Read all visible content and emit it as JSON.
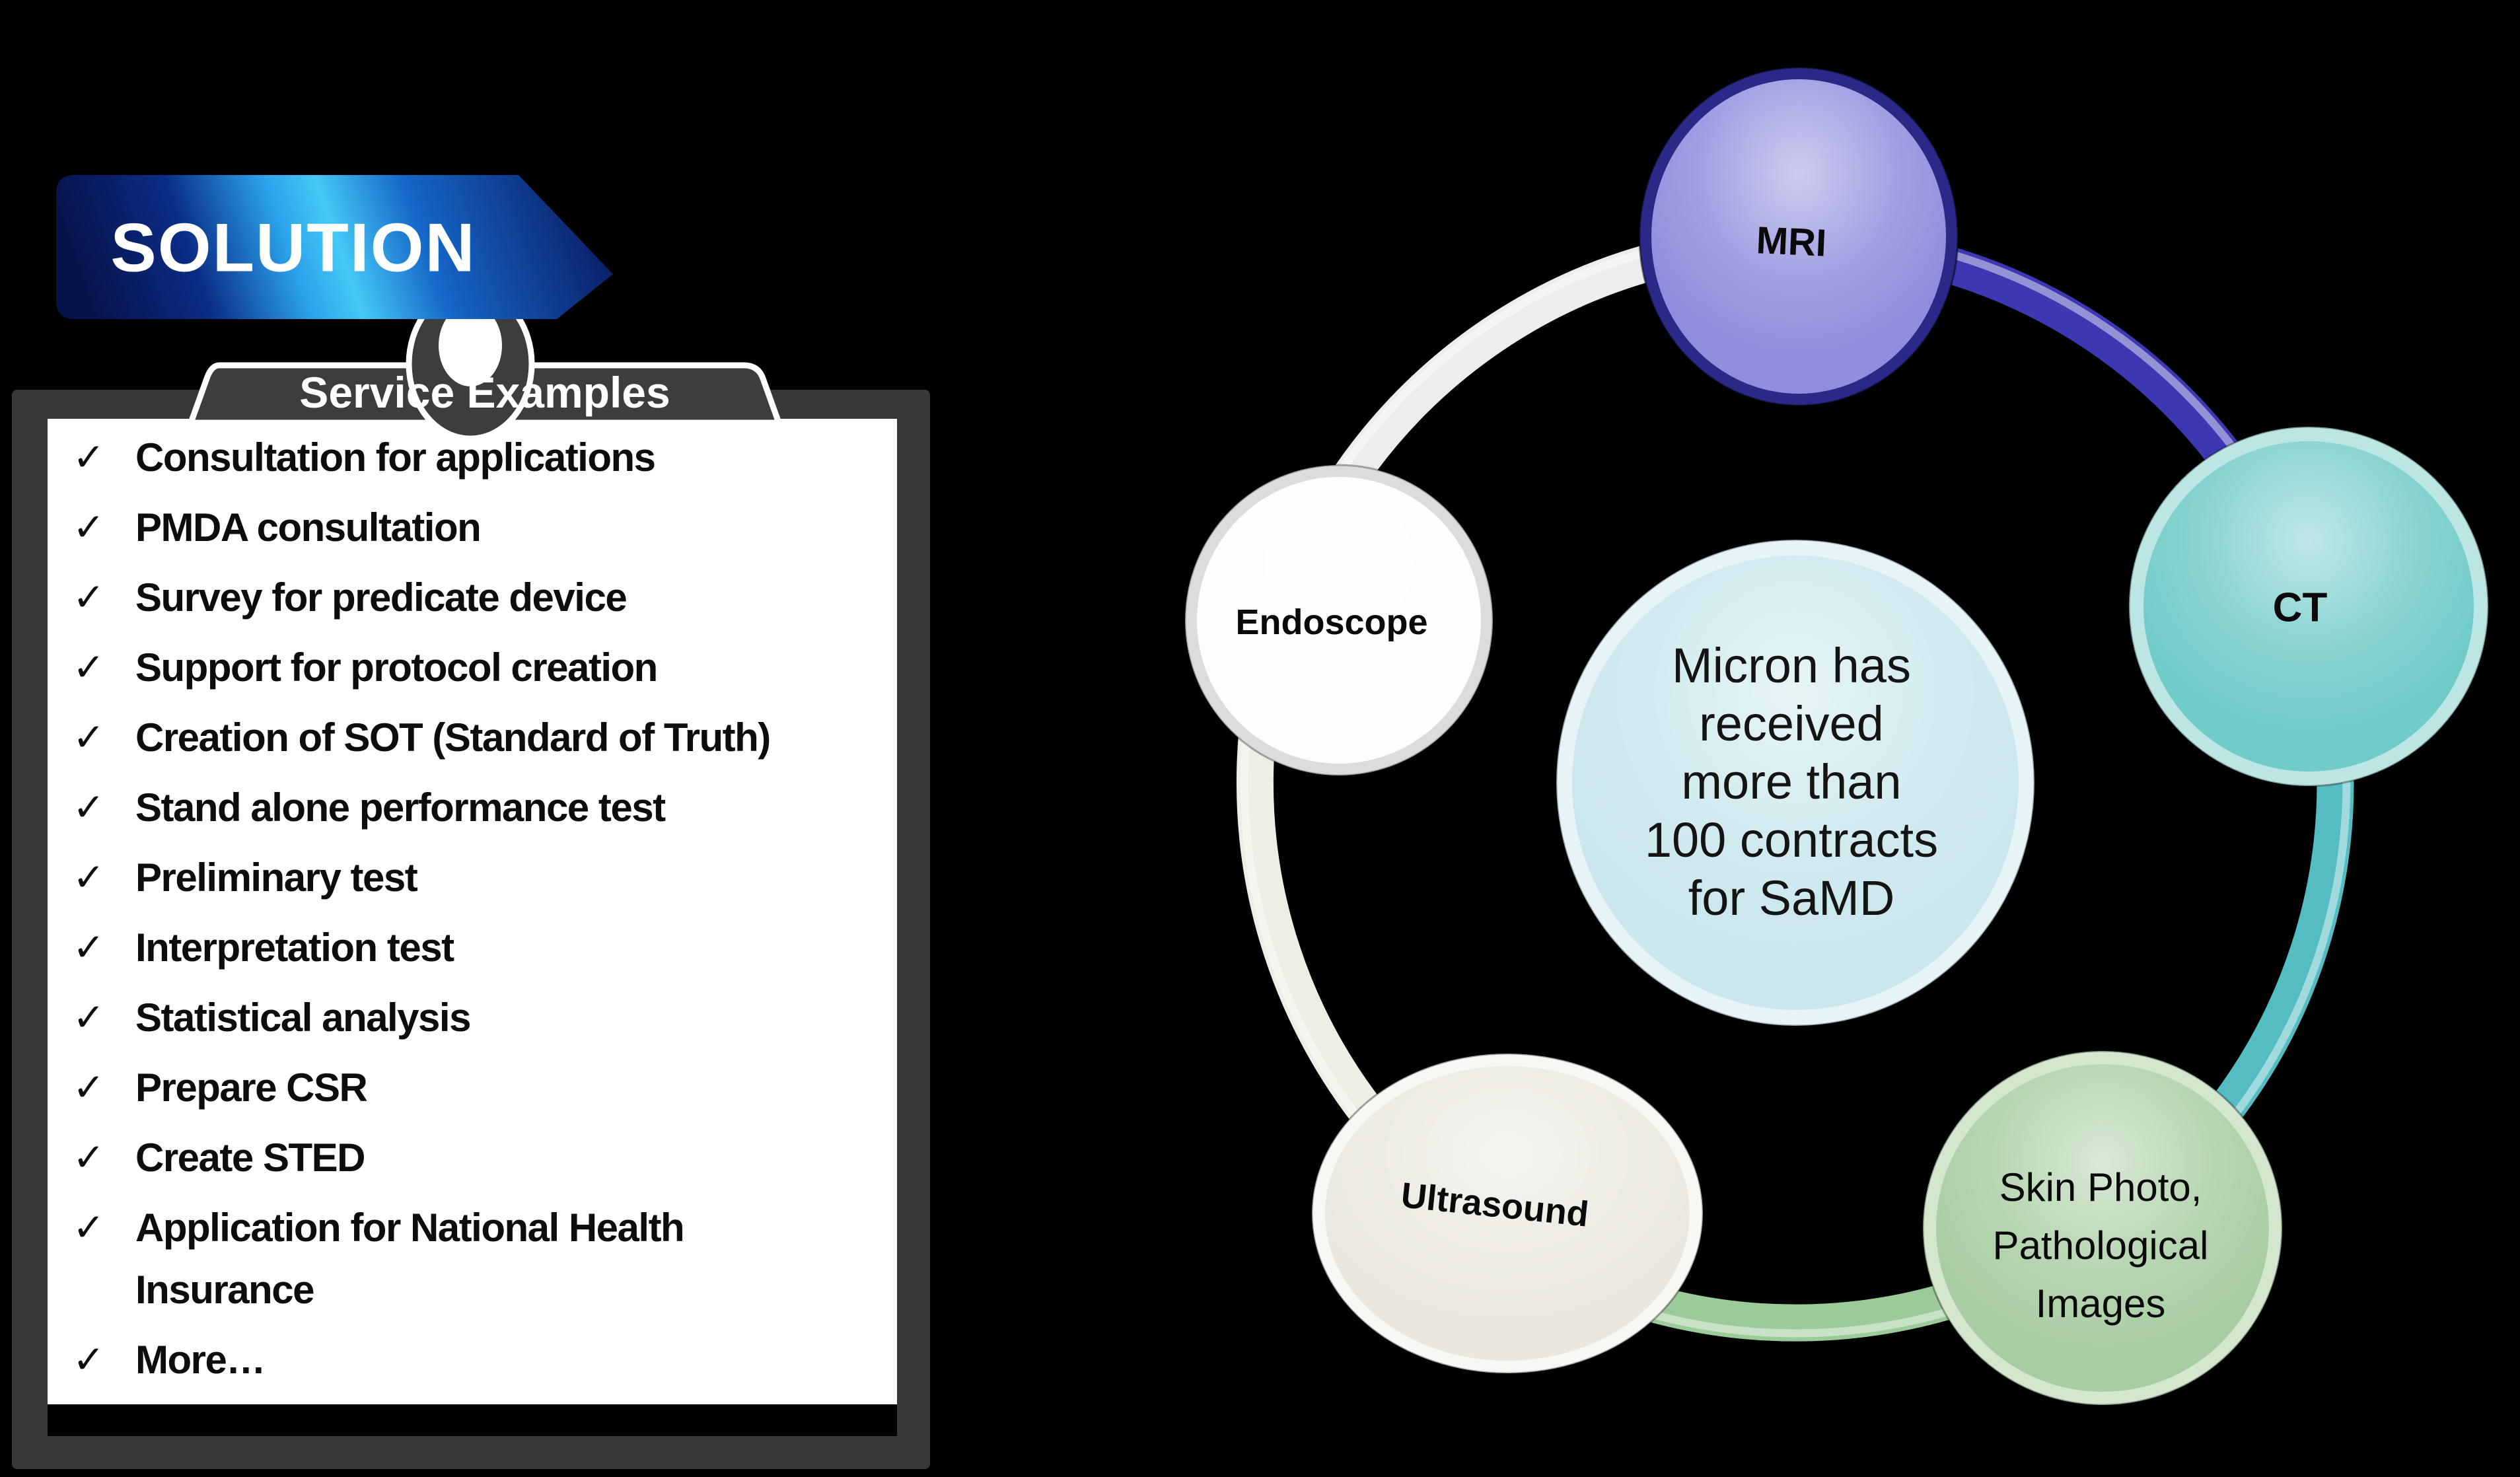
{
  "banner": {
    "label": "SOLUTION",
    "text_color": "#ffffff",
    "gradient": [
      "#07124a",
      "#0a2d86",
      "#2aa0ea",
      "#45c8f5",
      "#1567c8",
      "#0a1e66"
    ]
  },
  "clipboard": {
    "tab_title": "Service Examples",
    "tab_color": "#3d3d3d",
    "tab_text_color": "#ffffff",
    "frame_color": "#383838",
    "paper_color": "#ffffff",
    "shadow_color": "#000000",
    "check_glyph": "✓",
    "items": [
      "Consultation for applications",
      "PMDA consultation",
      "Survey for predicate device",
      "Support for protocol creation",
      "Creation of SOT (Standard of Truth)",
      "Stand alone performance test",
      "Preliminary test",
      "Interpretation test",
      "Statistical analysis",
      "Prepare CSR",
      "Create STED",
      "Application for National Health Insurance",
      "More…"
    ]
  },
  "diagram": {
    "center": {
      "lines": [
        "Micron has",
        "received",
        "more than",
        "100 contracts",
        "for SaMD"
      ],
      "fill": "#c9e7ed",
      "rim": "#e7f4f7"
    },
    "nodes": [
      {
        "label": "MRI",
        "fill": "#8f8edd",
        "rim": "#2b2987"
      },
      {
        "label": "CT",
        "fill": "#71cbc8",
        "rim": "#bce6e4"
      },
      {
        "label": "Skin Photo, Pathological Images",
        "lines": [
          "Skin Photo,",
          "Pathological",
          "Images"
        ],
        "fill": "#a9cda3",
        "rim": "#d3e7ce"
      },
      {
        "label": "Ultrasound",
        "fill": "#eae8de",
        "rim": "#f8f7f3"
      },
      {
        "label": "Endoscope",
        "fill": "#fdfdfd",
        "rim": "#dcdcdc"
      }
    ],
    "ring_segments": [
      {
        "from": "Endoscope",
        "to": "MRI",
        "color": "#ededeb"
      },
      {
        "from": "MRI",
        "to": "CT",
        "color": "#3c38b2"
      },
      {
        "from": "CT",
        "to": "Skin Photo",
        "color": "#54bcc2"
      },
      {
        "from": "Skin Photo",
        "to": "Ultrasound",
        "color": "#9ccb9a"
      },
      {
        "from": "Ultrasound",
        "to": "Endoscope",
        "color": "#efeee4"
      }
    ]
  }
}
